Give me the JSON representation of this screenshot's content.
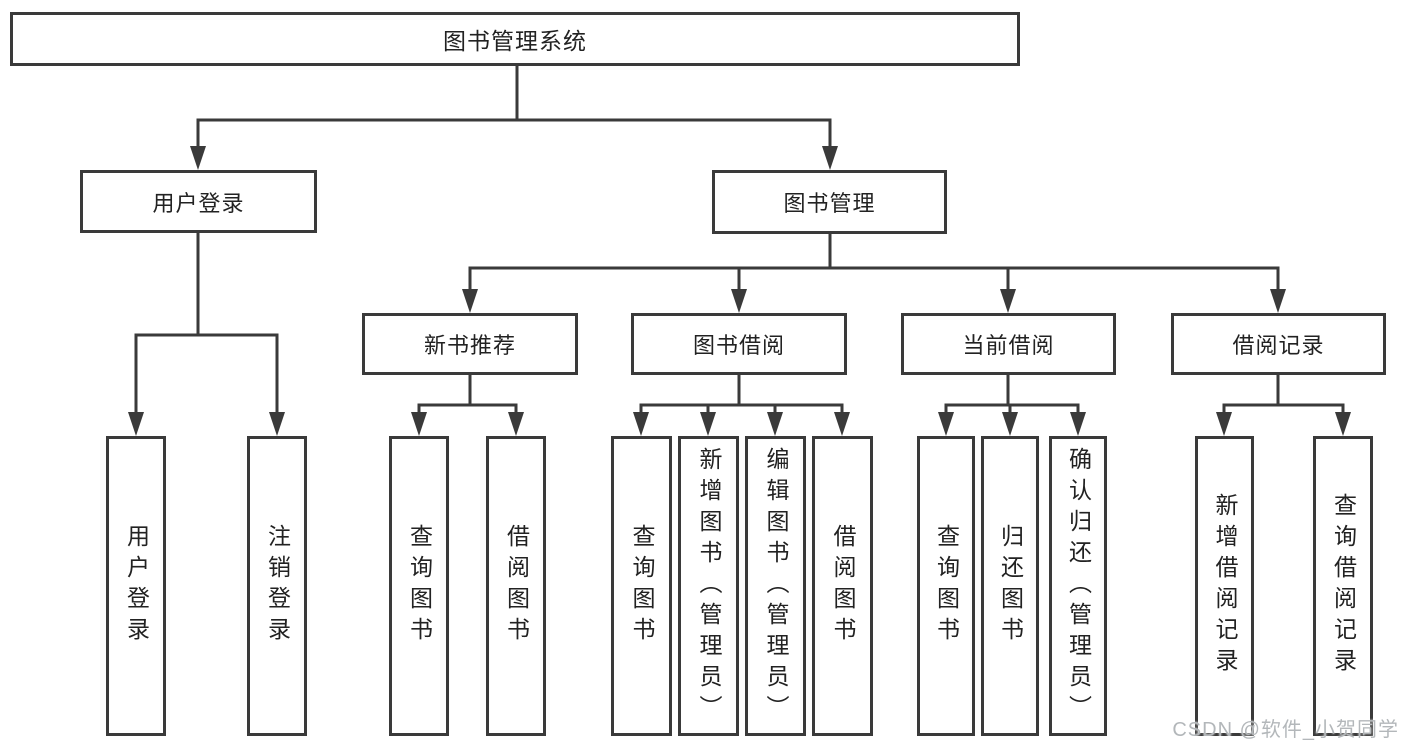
{
  "diagram": {
    "root": {
      "label": "图书管理系统"
    },
    "branches": [
      {
        "label": "用户登录",
        "children": [
          {
            "label": "用户登录"
          },
          {
            "label": "注销登录"
          }
        ]
      },
      {
        "label": "图书管理",
        "children": [
          {
            "label": "新书推荐",
            "children": [
              {
                "label": "查询图书"
              },
              {
                "label": "借阅图书"
              }
            ]
          },
          {
            "label": "图书借阅",
            "children": [
              {
                "label": "查询图书"
              },
              {
                "label": "新增图书（管理员）"
              },
              {
                "label": "编辑图书（管理员）"
              },
              {
                "label": "借阅图书"
              }
            ]
          },
          {
            "label": "当前借阅",
            "children": [
              {
                "label": "查询图书"
              },
              {
                "label": "归还图书"
              },
              {
                "label": "确认归还（管理员）"
              }
            ]
          },
          {
            "label": "借阅记录",
            "children": [
              {
                "label": "新增借阅记录"
              },
              {
                "label": "查询借阅记录"
              }
            ]
          }
        ]
      }
    ]
  },
  "watermark": {
    "text": "CSDN @软件_小贺同学"
  },
  "colors": {
    "line": "#3a3a3a",
    "text": "#222222",
    "bg": "#ffffff",
    "watermark": "#b3b7ba"
  }
}
